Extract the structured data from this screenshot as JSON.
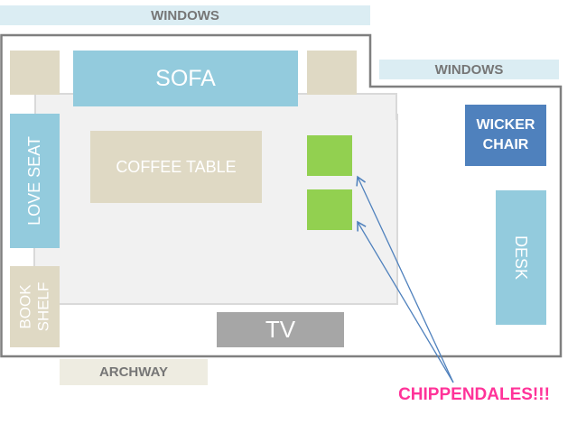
{
  "labels": {
    "windows_top": "WINDOWS",
    "windows_right": "WINDOWS",
    "sofa": "SOFA",
    "love_seat": "LOVE SEAT",
    "coffee_table": "COFFEE TABLE",
    "wicker_chair_line1": "WICKER",
    "wicker_chair_line2": "CHAIR",
    "desk": "DESK",
    "bookshelf_line1": "BOOK",
    "bookshelf_line2": "SHELF",
    "tv": "TV",
    "archway": "ARCHWAY",
    "callout": "CHIPPENDALES!!!"
  },
  "colors": {
    "window": "#dbedf3",
    "beige": "#dfd9c4",
    "light_blue": "#93cbdd",
    "wicker_blue": "#4f81bd",
    "green": "#92d050",
    "tv_gray": "#a6a6a6",
    "rug": "#f1f1f1",
    "callout_pink": "#ff3399",
    "arrow": "#4f81bd"
  }
}
